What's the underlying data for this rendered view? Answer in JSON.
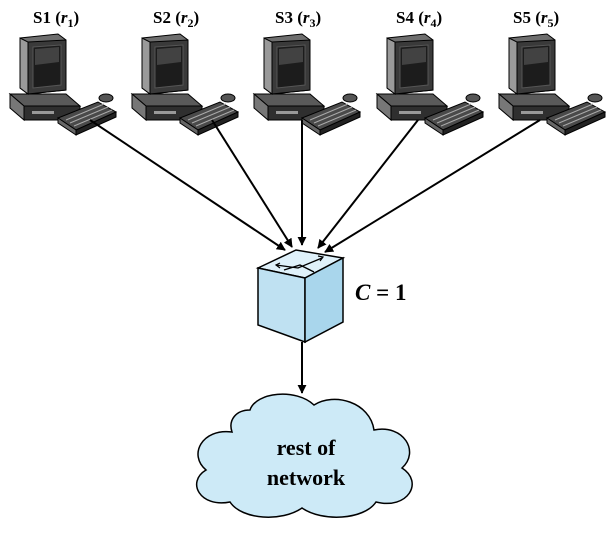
{
  "stations": [
    {
      "id": "S1",
      "rate_var": "r",
      "rate_sub": "1"
    },
    {
      "id": "S2",
      "rate_var": "r",
      "rate_sub": "2"
    },
    {
      "id": "S3",
      "rate_var": "r",
      "rate_sub": "3"
    },
    {
      "id": "S4",
      "rate_var": "r",
      "rate_sub": "4"
    },
    {
      "id": "S5",
      "rate_var": "r",
      "rate_sub": "5"
    }
  ],
  "switch": {
    "capacity_var": "C",
    "capacity_eq": " = 1",
    "icon": "switch-icon"
  },
  "cloud": {
    "line1": "rest of",
    "line2": "network",
    "icon": "cloud-icon"
  },
  "colors": {
    "switch_fill": "#cfe9f5",
    "cloud_fill": "#cdeaf7",
    "outline": "#000000",
    "computer_dark": "#3a3a3a",
    "computer_mid": "#8a8a8a",
    "computer_light": "#c9c9c9"
  }
}
